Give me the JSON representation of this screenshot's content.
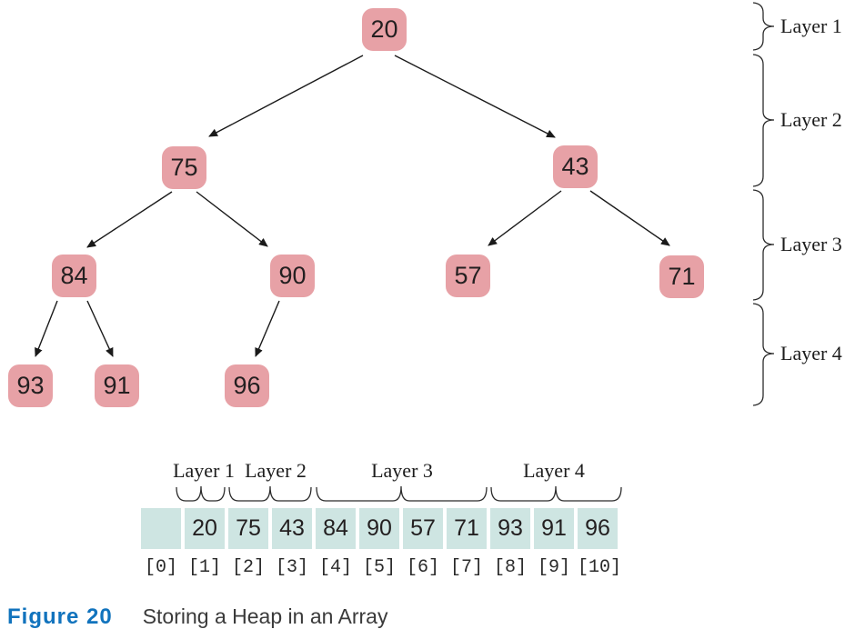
{
  "figure": {
    "label": "Figure 20",
    "caption": "Storing a Heap in an Array"
  },
  "colors": {
    "node_fill": "#E7A1A6",
    "cell_fill": "#CEE5E2",
    "figure_label": "#1173BD",
    "ink": "#231F20"
  },
  "tree": {
    "node_values": [
      "20",
      "75",
      "43",
      "84",
      "90",
      "57",
      "71",
      "93",
      "91",
      "96"
    ],
    "layer_labels": [
      "Layer 1",
      "Layer 2",
      "Layer 3",
      "Layer 4"
    ]
  },
  "array": {
    "cell_values": [
      "",
      "20",
      "75",
      "43",
      "84",
      "90",
      "57",
      "71",
      "93",
      "91",
      "96"
    ],
    "index_labels": [
      "[0]",
      "[1]",
      "[2]",
      "[3]",
      "[4]",
      "[5]",
      "[6]",
      "[7]",
      "[8]",
      "[9]",
      "[10]"
    ],
    "layer_labels": [
      "Layer 1",
      "Layer 2",
      "Layer 3",
      "Layer 4"
    ]
  }
}
